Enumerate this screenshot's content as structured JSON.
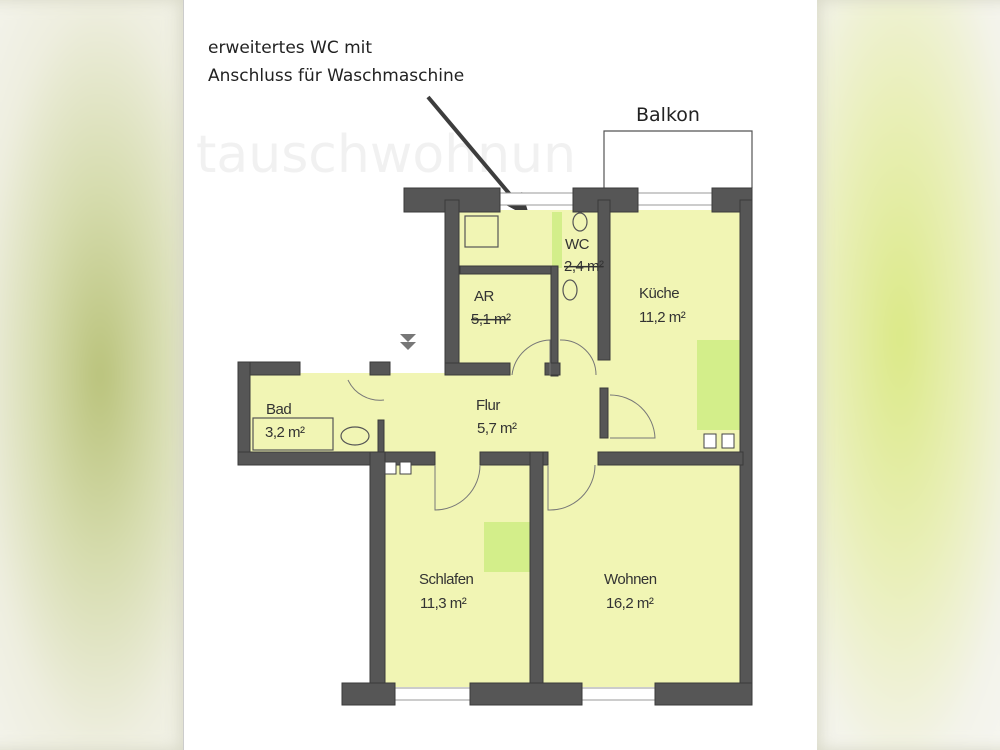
{
  "annotation": {
    "line1": "erweitertes WC mit",
    "line2": "Anschluss für Waschmaschine"
  },
  "balcony_label": "Balkon",
  "rooms": {
    "wc": {
      "name": "WC",
      "area": "2,4 m²"
    },
    "ar": {
      "name": "AR",
      "area": "5,1 m²"
    },
    "kueche": {
      "name": "Küche",
      "area": "11,2 m²"
    },
    "bad": {
      "name": "Bad",
      "area": "3,2 m²"
    },
    "flur": {
      "name": "Flur",
      "area": "5,7 m²"
    },
    "schlafen": {
      "name": "Schlafen",
      "area": "11,3 m²"
    },
    "wohnen": {
      "name": "Wohnen",
      "area": "16,2 m²"
    }
  },
  "watermark": "tauschwohnun",
  "colors": {
    "room_fill": "#f1f5b4",
    "wall": "#565656",
    "highlight": "#d3ee8a"
  }
}
